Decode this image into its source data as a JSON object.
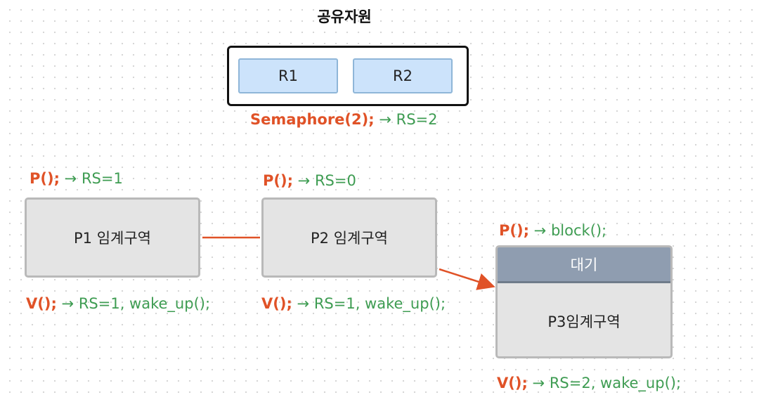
{
  "title": "공유자원",
  "resources": [
    "R1",
    "R2"
  ],
  "semaphore": {
    "call": "Semaphore(2);",
    "result": "→ RS=2"
  },
  "p1": {
    "label": "P1 임계구역",
    "p_call": "P();",
    "p_result": "→ RS=1",
    "v_call": "V();",
    "v_result": "→ RS=1, wake_up();"
  },
  "p2": {
    "label": "P2 임계구역",
    "p_call": "P();",
    "p_result": "→ RS=0",
    "v_call": "V();",
    "v_result": "→ RS=1, wake_up();"
  },
  "p3": {
    "label": "P3임계구역",
    "header": "대기",
    "p_call": "P();",
    "p_result": "→ block();",
    "v_call": "V();",
    "v_result": "→ RS=2, wake_up();"
  },
  "colors": {
    "call": "#e05227",
    "result": "#3e9c52",
    "resource_fill": "#cce3fb",
    "process_fill": "#e4e4e4",
    "wait_header": "#8f9db0"
  }
}
